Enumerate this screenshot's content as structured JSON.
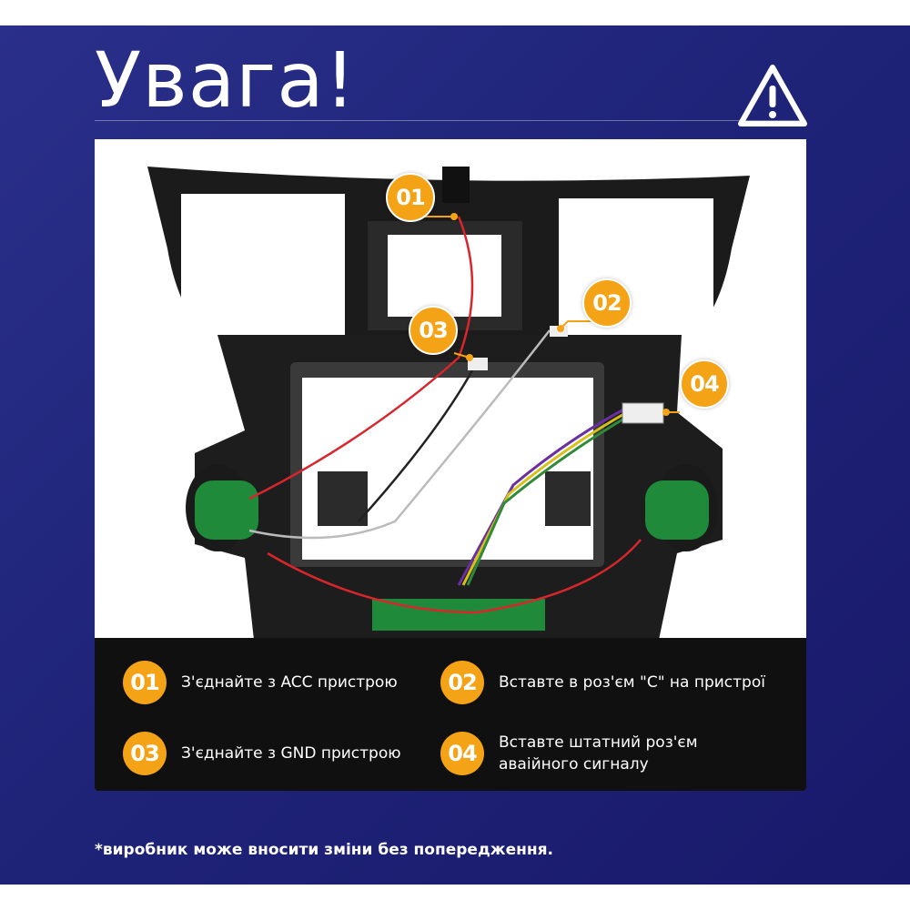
{
  "header": {
    "title": "Увага!",
    "warning_icon": "warning-triangle-icon"
  },
  "diagram": {
    "callouts": [
      {
        "label": "01"
      },
      {
        "label": "02"
      },
      {
        "label": "03"
      },
      {
        "label": "04"
      }
    ]
  },
  "legend": {
    "items": [
      {
        "badge": "01",
        "text": "З'єднайте з ACC пристрою"
      },
      {
        "badge": "02",
        "text": "Вставте в роз'єм \"C\" на пристрої"
      },
      {
        "badge": "03",
        "text": "З'єднайте з GND пристрою"
      },
      {
        "badge": "04",
        "text": "Вставте штатний роз'єм\nаваійного сигналу"
      }
    ]
  },
  "footnote": "*виробник може вносити зміни без попередження.",
  "colors": {
    "background": "#1f2479",
    "accent": "#f5a316",
    "legend_bg": "#101010",
    "wire_red": "#d8262c"
  }
}
